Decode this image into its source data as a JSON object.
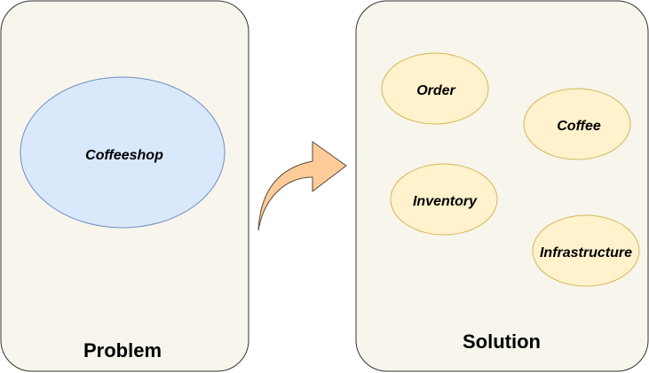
{
  "colors": {
    "panel_fill": "#f8f5ec",
    "panel_stroke": "#333333",
    "problem_node_fill": "#dae8fc",
    "problem_node_stroke": "#6c8ebf",
    "solution_node_fill": "#fff2cc",
    "solution_node_stroke": "#d6b656",
    "arrow_fill": "#ffcc99",
    "arrow_stroke": "#5a4a3a"
  },
  "problem": {
    "title": "Problem",
    "node": "Coffeeshop"
  },
  "solution": {
    "title": "Solution",
    "nodes": [
      "Order",
      "Coffee",
      "Inventory",
      "Infrastructure"
    ]
  },
  "arrow": {
    "icon": "curved-arrow-right-icon"
  }
}
